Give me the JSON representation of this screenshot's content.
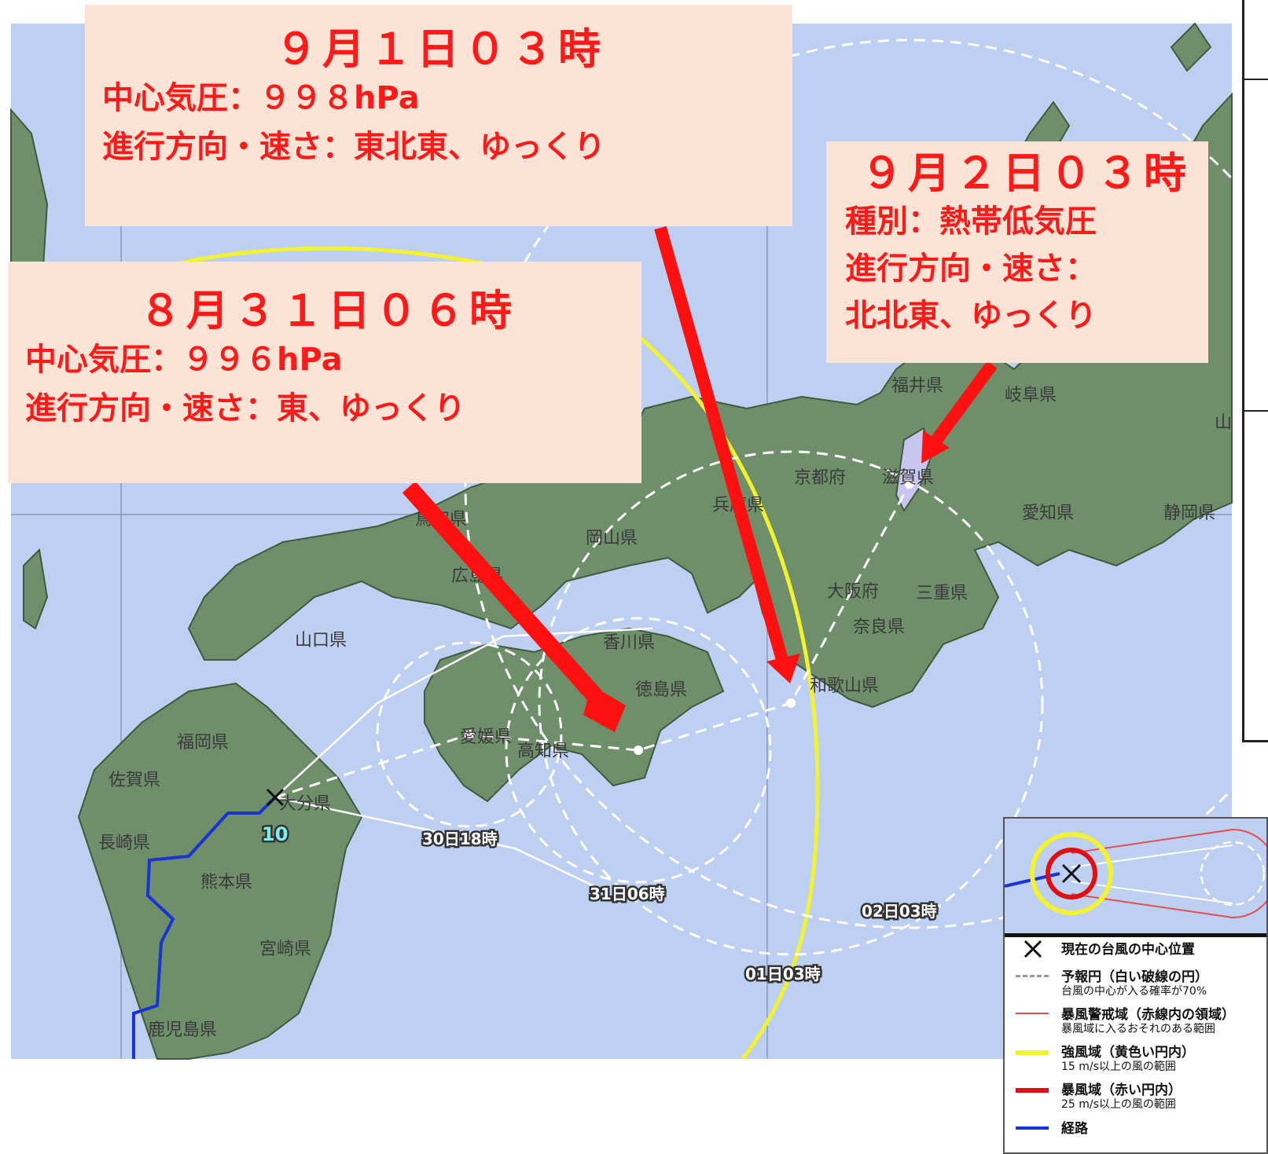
{
  "callouts": {
    "sep1": {
      "title": "９月１日０３時",
      "line1": "中心気圧：９９８hPa",
      "line2": "進行方向・速さ：東北東、ゆっくり"
    },
    "aug31": {
      "title": "８月３１日０６時",
      "line1": "中心気圧：９９６hPa",
      "line2": "進行方向・速さ：東、ゆっくり"
    },
    "sep2": {
      "title": "９月２日０３時",
      "line1": "種別：熱帯低気圧",
      "line2": "進行方向・速さ：",
      "line3": "北北東、ゆっくり"
    }
  },
  "map": {
    "typhoon_number": "10",
    "current_position_icon": "x-cross-icon",
    "forecast_times": [
      "30日18時",
      "31日06時",
      "01日03時",
      "02日03時"
    ],
    "prefectures": [
      "福井県",
      "岐阜県",
      "山",
      "京都府",
      "滋賀県",
      "兵庫県",
      "愛知県",
      "静岡県",
      "鳥取県",
      "岡山県",
      "広島県",
      "大阪府",
      "三重県",
      "山口県",
      "香川県",
      "奈良県",
      "徳島県",
      "和歌山県",
      "愛媛県",
      "高知県",
      "福岡県",
      "佐賀県",
      "大分県",
      "長崎県",
      "熊本県",
      "宮崎県",
      "鹿児島県"
    ],
    "colors": {
      "sea": "#bdd0f2",
      "land": "#6e8f6a",
      "track": "#1a33d6",
      "strong_wind": "#f2f230",
      "storm_wind": "#e01010",
      "forecast_circle": "#ffffff",
      "arrow": "#ff1010",
      "lake": "#c8c6f0"
    }
  },
  "legend": {
    "items": [
      {
        "main": "現在の台風の中心位置",
        "sub": ""
      },
      {
        "main": "予報円（白い破線の円）",
        "sub": "台風の中心が入る確率が70%"
      },
      {
        "main": "暴風警戒域（赤線内の領域）",
        "sub": "暴風域に入るおそれのある範囲"
      },
      {
        "main": "強風域（黄色い円内）",
        "sub": "15 m/s以上の風の範囲"
      },
      {
        "main": "暴風域（赤い円内）",
        "sub": "25 m/s以上の風の範囲"
      },
      {
        "main": "経路",
        "sub": ""
      }
    ]
  }
}
